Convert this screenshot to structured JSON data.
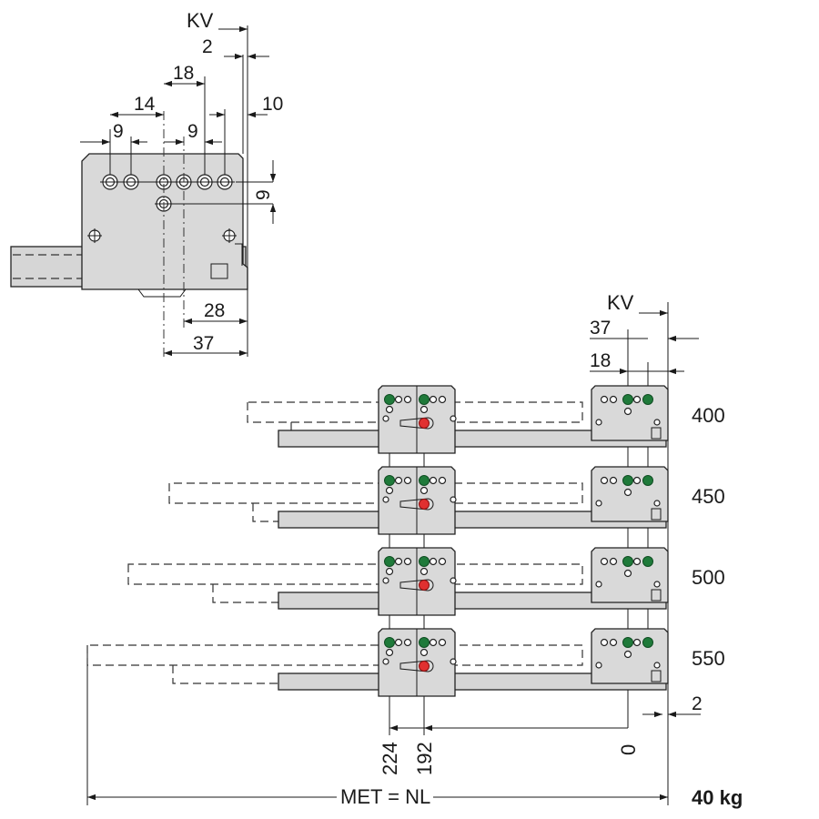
{
  "detail": {
    "kv_label": "KV",
    "dim_2": "2",
    "dim_18": "18",
    "dim_14": "14",
    "dim_10": "10",
    "dim_9a": "9",
    "dim_9b": "9",
    "dim_9v": "9",
    "dim_28": "28",
    "dim_37": "37"
  },
  "main": {
    "kv_label": "KV",
    "dim_37": "37",
    "dim_18": "18",
    "dim_2": "2",
    "lengths": [
      "400",
      "450",
      "500",
      "550"
    ],
    "pos_224": "224",
    "pos_192": "192",
    "pos_0": "0",
    "met_label": "MET = NL",
    "load_label": "40 kg"
  },
  "colors": {
    "green_marker": "#1f7a3a",
    "red_marker": "#e03030",
    "metal": "#d9d9d9"
  }
}
